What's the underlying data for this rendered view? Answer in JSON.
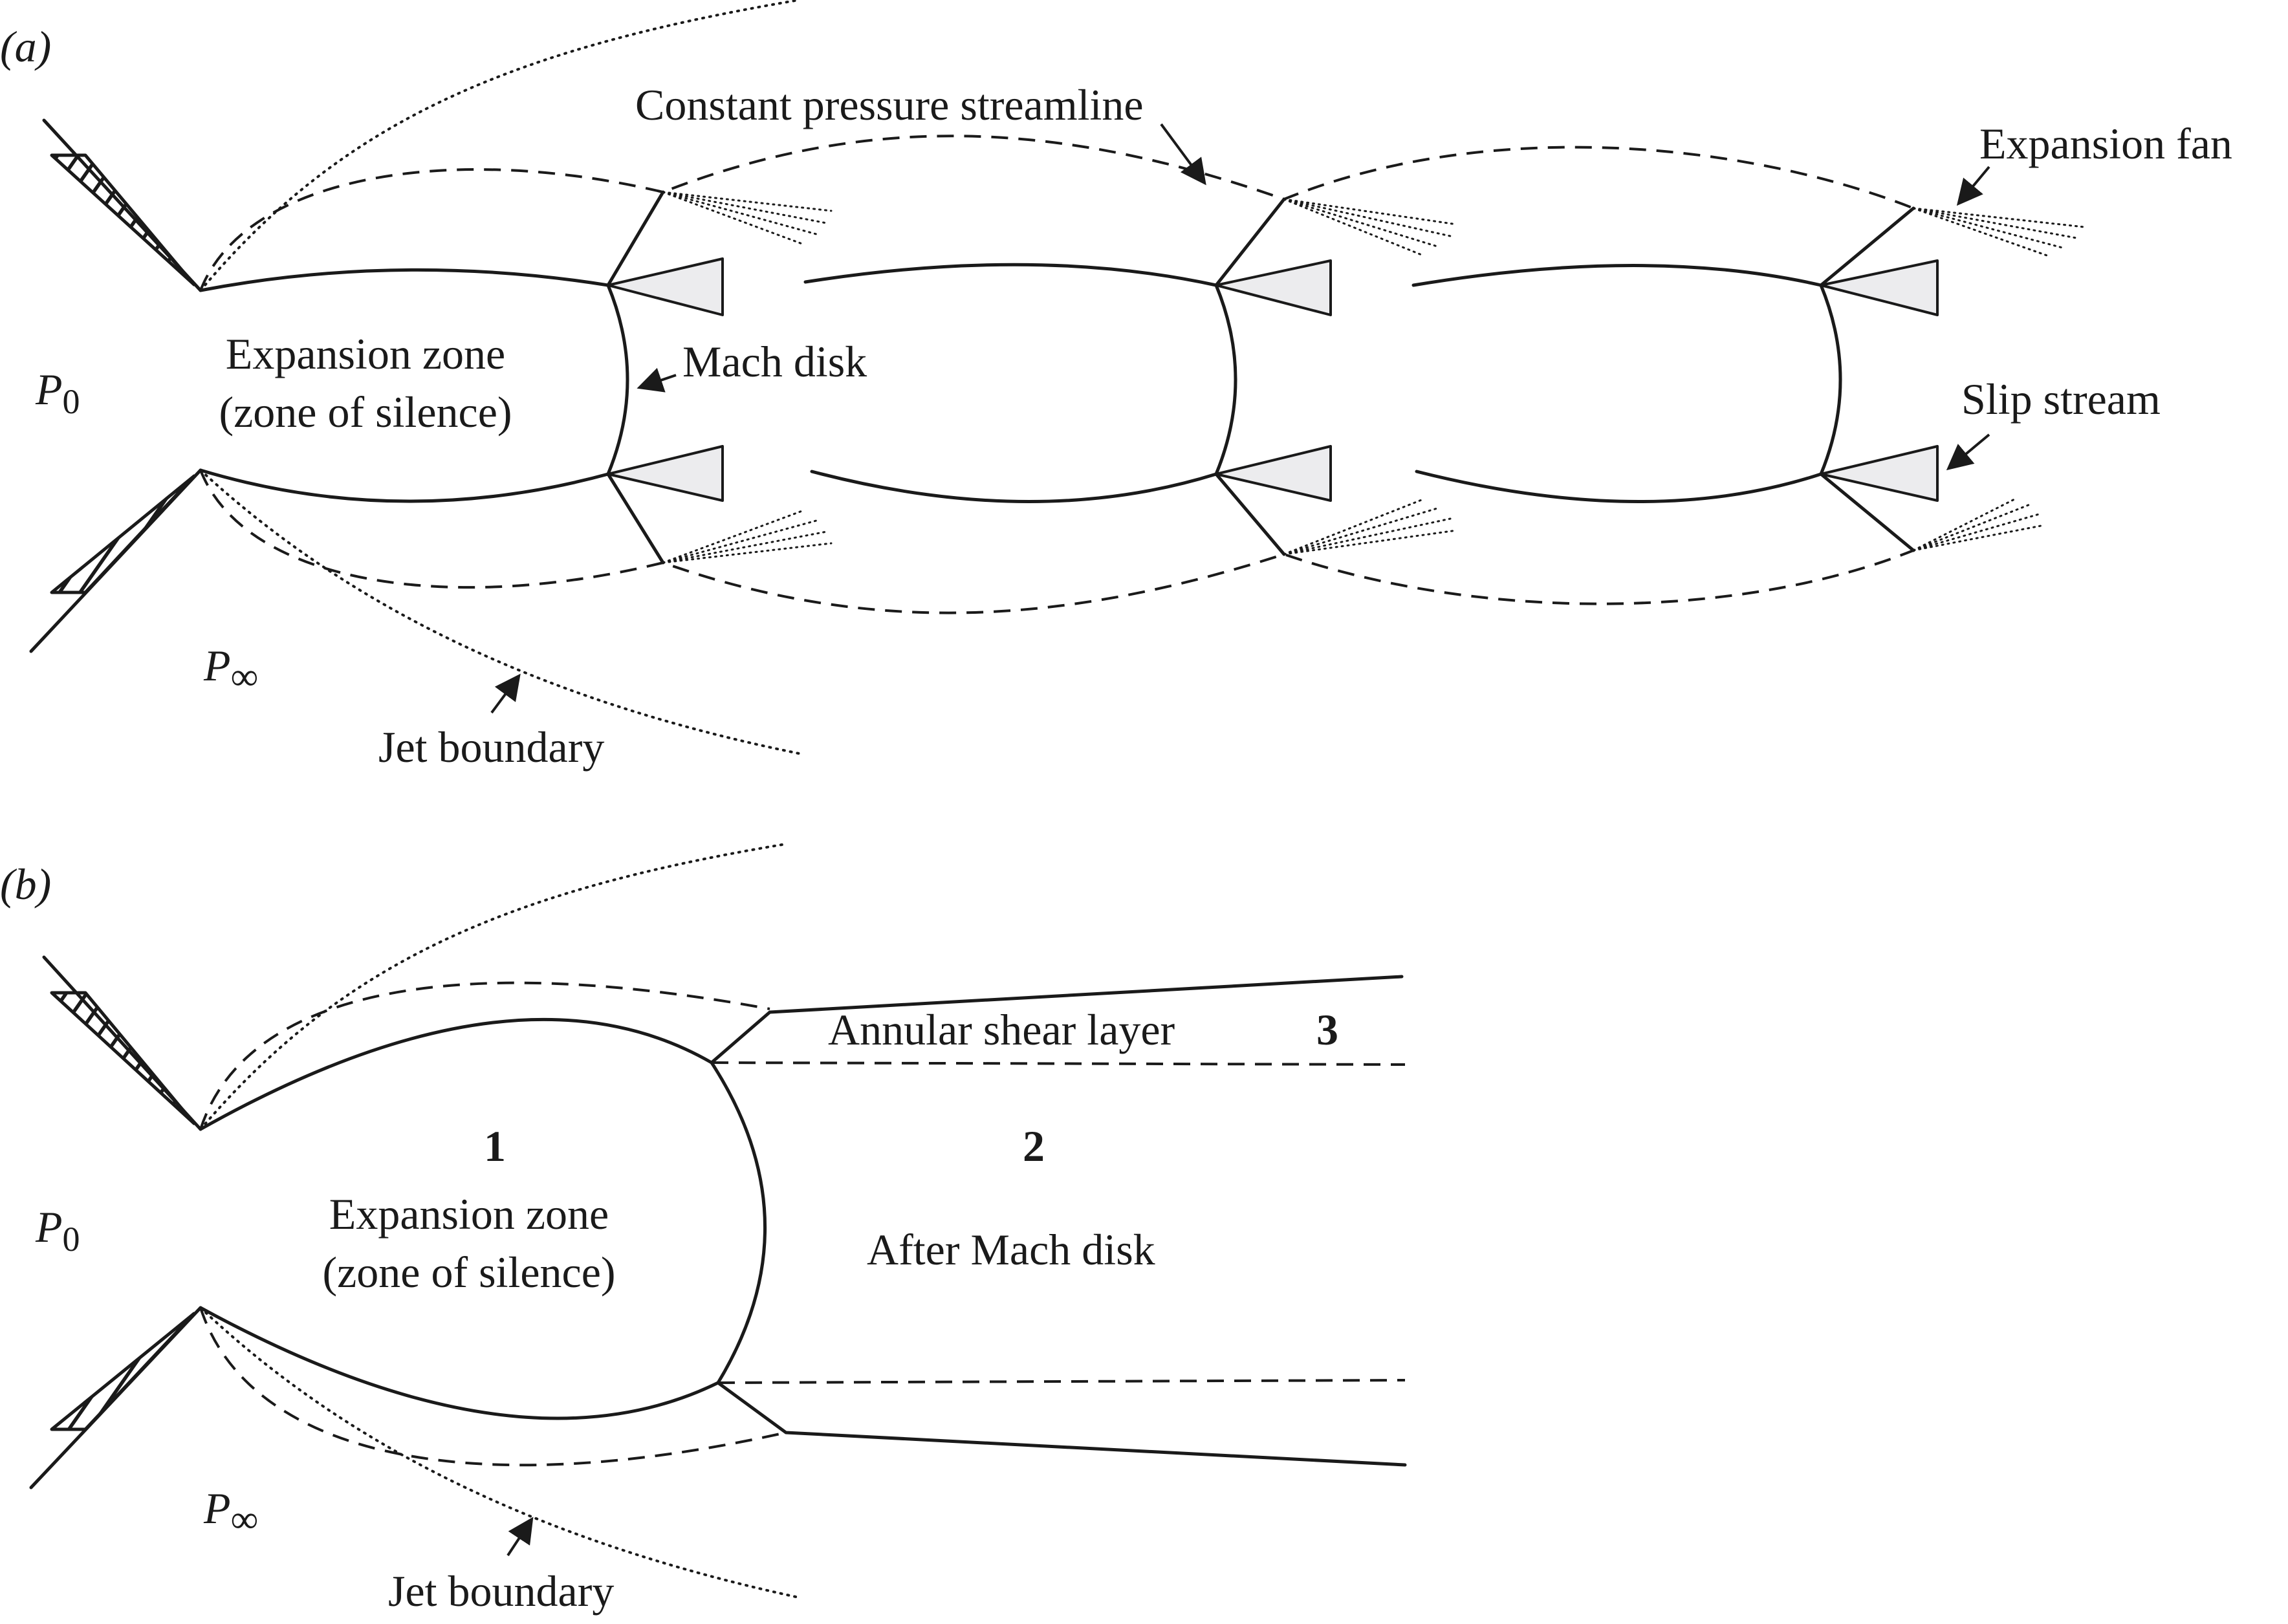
{
  "panel_a": {
    "tag": "(a)",
    "labels": {
      "constant_pressure_streamline": "Constant pressure streamline",
      "expansion_fan": "Expansion fan",
      "expansion_zone_line1": "Expansion zone",
      "expansion_zone_line2": "(zone of silence)",
      "mach_disk": "Mach disk",
      "slip_stream": "Slip stream",
      "jet_boundary": "Jet boundary",
      "p0_symbol": "P",
      "p0_sub": "0",
      "pinf_symbol": "P",
      "pinf_sub": "∞"
    }
  },
  "panel_b": {
    "tag": "(b)",
    "labels": {
      "region_1": "1",
      "region_2": "2",
      "region_3": "3",
      "expansion_zone_line1": "Expansion zone",
      "expansion_zone_line2": "(zone of silence)",
      "after_mach_disk": "After Mach disk",
      "annular_shear_layer": "Annular shear layer",
      "jet_boundary": "Jet boundary",
      "p0_symbol": "P",
      "p0_sub": "0",
      "pinf_symbol": "P",
      "pinf_sub": "∞"
    }
  }
}
